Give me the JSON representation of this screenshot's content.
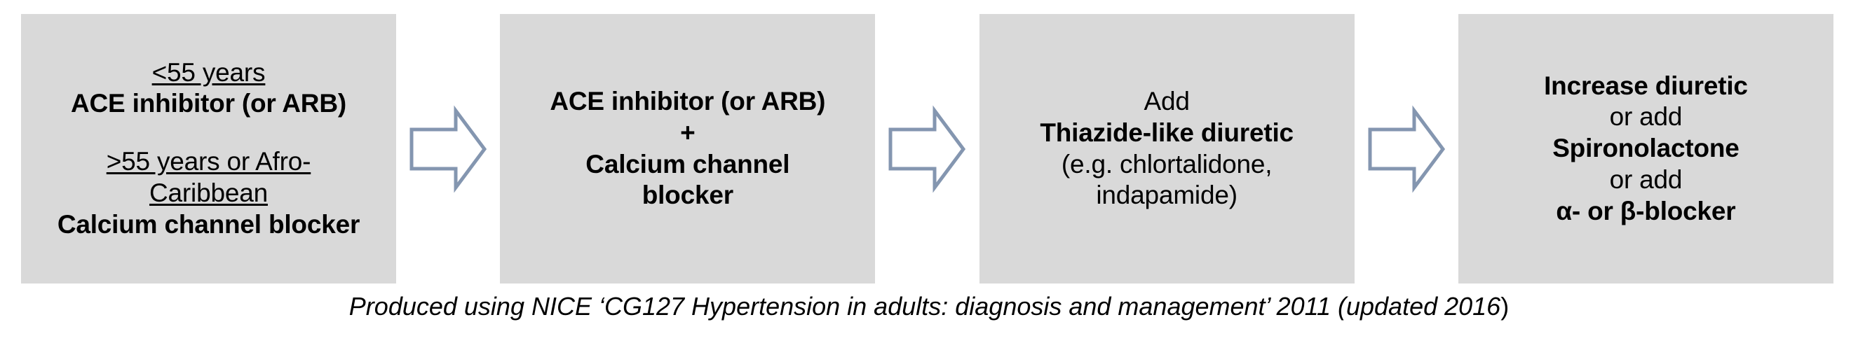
{
  "diagram": {
    "title": "NICE hypertension treatment step algorithm",
    "box_fill_color": "#D9D9D9",
    "arrow_outline_color": "#8496B0",
    "arrow_fill_color": "#FFFFFF",
    "text_color": "#000000",
    "steps": [
      {
        "id": "step-1",
        "name": "initial-therapy",
        "lines": [
          {
            "text": "<55 years",
            "bold": false,
            "underline": true
          },
          {
            "text": "ACE inhibitor (or ARB)",
            "bold": true,
            "underline": false
          },
          {
            "text": "",
            "bold": false,
            "underline": false
          },
          {
            "text": ">55 years or Afro-",
            "bold": false,
            "underline": true
          },
          {
            "text": "Caribbean",
            "bold": false,
            "underline": true
          },
          {
            "text": "Calcium channel blocker",
            "bold": true,
            "underline": false
          }
        ]
      },
      {
        "id": "step-2",
        "name": "dual-therapy",
        "lines": [
          {
            "text": "ACE inhibitor (or ARB)",
            "bold": true,
            "underline": false
          },
          {
            "text": "+",
            "bold": true,
            "underline": false
          },
          {
            "text": "Calcium channel",
            "bold": true,
            "underline": false
          },
          {
            "text": "blocker",
            "bold": true,
            "underline": false
          }
        ]
      },
      {
        "id": "step-3",
        "name": "triple-therapy",
        "lines": [
          {
            "text": "Add",
            "bold": false,
            "underline": false
          },
          {
            "text": "Thiazide-like diuretic",
            "bold": true,
            "underline": false
          },
          {
            "text": "(e.g. chlortalidone,",
            "bold": false,
            "underline": false
          },
          {
            "text": "indapamide)",
            "bold": false,
            "underline": false
          }
        ]
      },
      {
        "id": "step-4",
        "name": "resistant-hypertension",
        "lines": [
          {
            "text": "Increase diuretic",
            "bold": true,
            "underline": false
          },
          {
            "text": "or add",
            "bold": false,
            "underline": false
          },
          {
            "text": "Spironolactone",
            "bold": true,
            "underline": false
          },
          {
            "text": "or add",
            "bold": false,
            "underline": false
          },
          {
            "text": "α- or β-blocker",
            "bold": true,
            "underline": false
          }
        ]
      }
    ],
    "arrows": [
      {
        "id": "arrow-1",
        "name": "arrow-step1-to-step2",
        "direction": "right"
      },
      {
        "id": "arrow-2",
        "name": "arrow-step2-to-step3",
        "direction": "right"
      },
      {
        "id": "arrow-3",
        "name": "arrow-step3-to-step4",
        "direction": "right"
      }
    ],
    "caption": {
      "full_text": "Produced using NICE ‘CG127 Hypertension in adults: diagnosis and management’ 2011 (updated 2016)",
      "part_main": "Produced using NICE ‘CG127 Hypertension in adults: diagnosis and management’ 2011 (",
      "part_update": "updated 2016",
      "part_close": ")"
    }
  }
}
